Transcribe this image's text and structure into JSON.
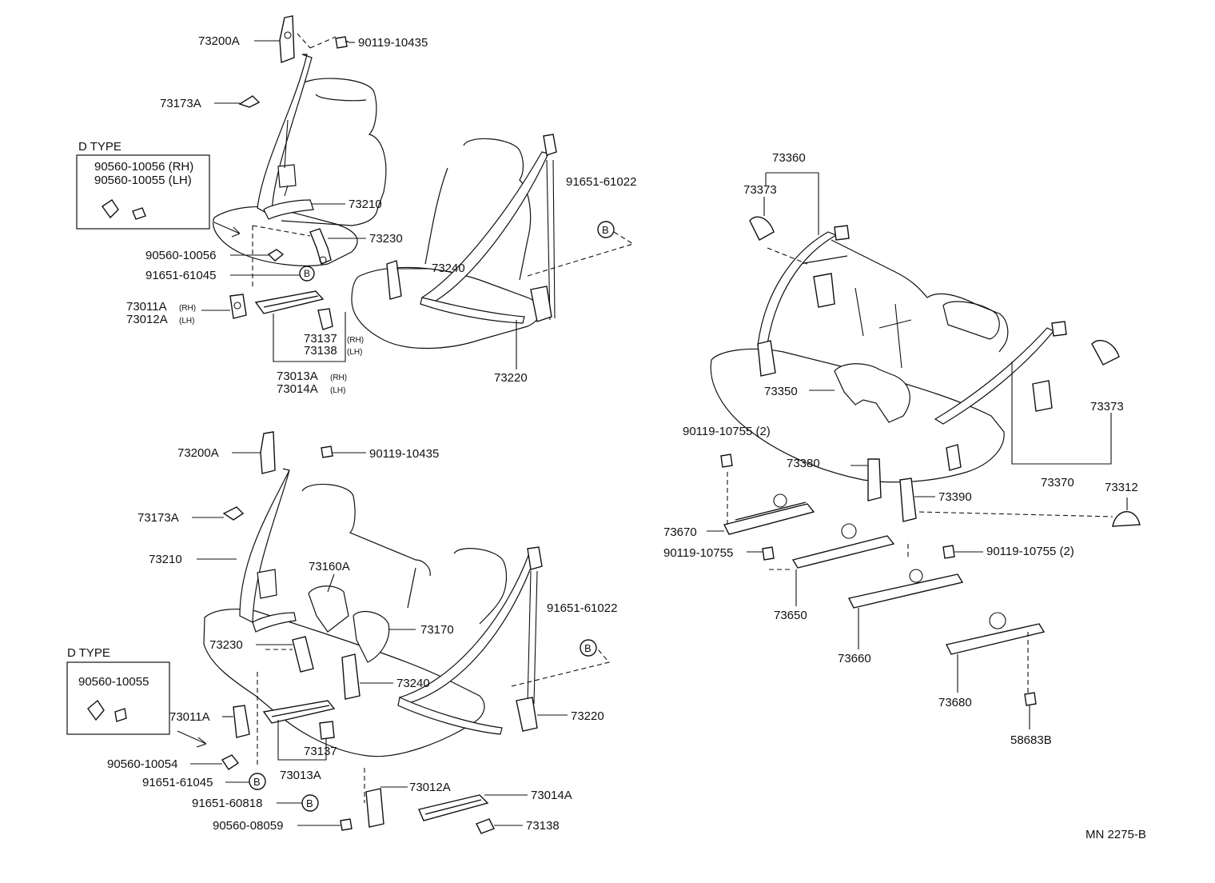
{
  "diagram": {
    "doc_code": "MN 2275-B",
    "ref_letter": "B",
    "section_front_upper": {
      "d_type_title": "D TYPE",
      "d_type_line1": "90560-10056 (RH)",
      "d_type_line2": "90560-10055 (LH)",
      "labels": {
        "p73200A": "73200A",
        "p90119_10435": "90119-10435",
        "p73173A": "73173A",
        "p73210": "73210",
        "p73230": "73230",
        "p90560_10056": "90560-10056",
        "p91651_61045": "91651-61045",
        "p73240": "73240",
        "p91651_61022": "91651-61022",
        "p73011A": "73011A",
        "p73011A_suffix": "(RH)",
        "p73012A": "73012A",
        "p73012A_suffix": "(LH)",
        "p73137": "73137",
        "p73137_suffix": "(RH)",
        "p73138": "73138",
        "p73138_suffix": "(LH)",
        "p73013A": "73013A",
        "p73013A_suffix": "(RH)",
        "p73014A": "73014A",
        "p73014A_suffix": "(LH)",
        "p73220": "73220"
      }
    },
    "section_front_lower": {
      "d_type_title": "D TYPE",
      "d_type_line1": "90560-10055",
      "labels": {
        "p73200A": "73200A",
        "p90119_10435": "90119-10435",
        "p73173A": "73173A",
        "p73210": "73210",
        "p73160A": "73160A",
        "p73170": "73170",
        "p91651_61022": "91651-61022",
        "p73230": "73230",
        "p73240": "73240",
        "p73011A": "73011A",
        "p73220": "73220",
        "p73137": "73137",
        "p90560_10054": "90560-10054",
        "p73013A": "73013A",
        "p91651_61045": "91651-61045",
        "p73012A": "73012A",
        "p73014A": "73014A",
        "p91651_60818": "91651-60818",
        "p90560_08059": "90560-08059",
        "p73138": "73138"
      }
    },
    "section_rear": {
      "labels": {
        "p73360": "73360",
        "p73373a": "73373",
        "p73373b": "73373",
        "p73350": "73350",
        "p90119_10755_2a": "90119-10755 (2)",
        "p73380": "73380",
        "p73390": "73390",
        "p73370": "73370",
        "p73312": "73312",
        "p73670": "73670",
        "p90119_10755": "90119-10755",
        "p90119_10755_2b": "90119-10755 (2)",
        "p73650": "73650",
        "p73660": "73660",
        "p73680": "73680",
        "p58683B": "58683B"
      }
    }
  }
}
